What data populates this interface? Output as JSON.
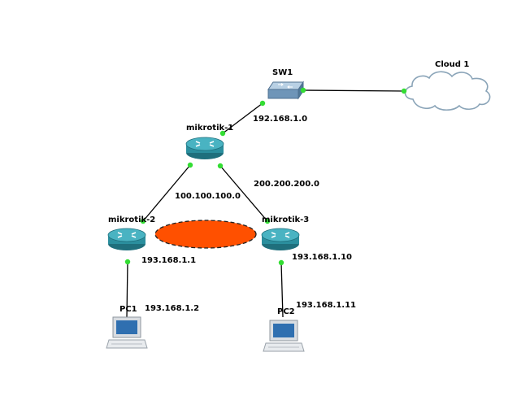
{
  "nodes": {
    "sw1": {
      "label": "SW1",
      "type": "switch-icon"
    },
    "cloud1": {
      "label": "Cloud 1",
      "type": "cloud-icon"
    },
    "mikrotik1": {
      "label": "mikrotik-1",
      "type": "router-icon"
    },
    "mikrotik2": {
      "label": "mikrotik-2",
      "type": "router-icon"
    },
    "mikrotik3": {
      "label": "mikrotik-3",
      "type": "router-icon"
    },
    "pc1": {
      "label": "PC1",
      "type": "computer-icon"
    },
    "pc2": {
      "label": "PC2",
      "type": "computer-icon"
    }
  },
  "networks": {
    "lan_sw1": "192.168.1.0",
    "link_m1_m2": "100.100.100.0",
    "link_m1_m3": "200.200.200.0",
    "m2_iface": "193.168.1.1",
    "pc1_ip": "193.168.1.2",
    "m3_iface": "193.168.1.10",
    "pc2_ip": "193.168.1.11"
  },
  "colors": {
    "link": "#000000",
    "port_dot": "#33dd33",
    "ellipse_fill": "#ff5000",
    "router_body": "#2b8f9e",
    "switch_body": "#6e95b8",
    "cloud_outline": "#8aa4b8"
  }
}
